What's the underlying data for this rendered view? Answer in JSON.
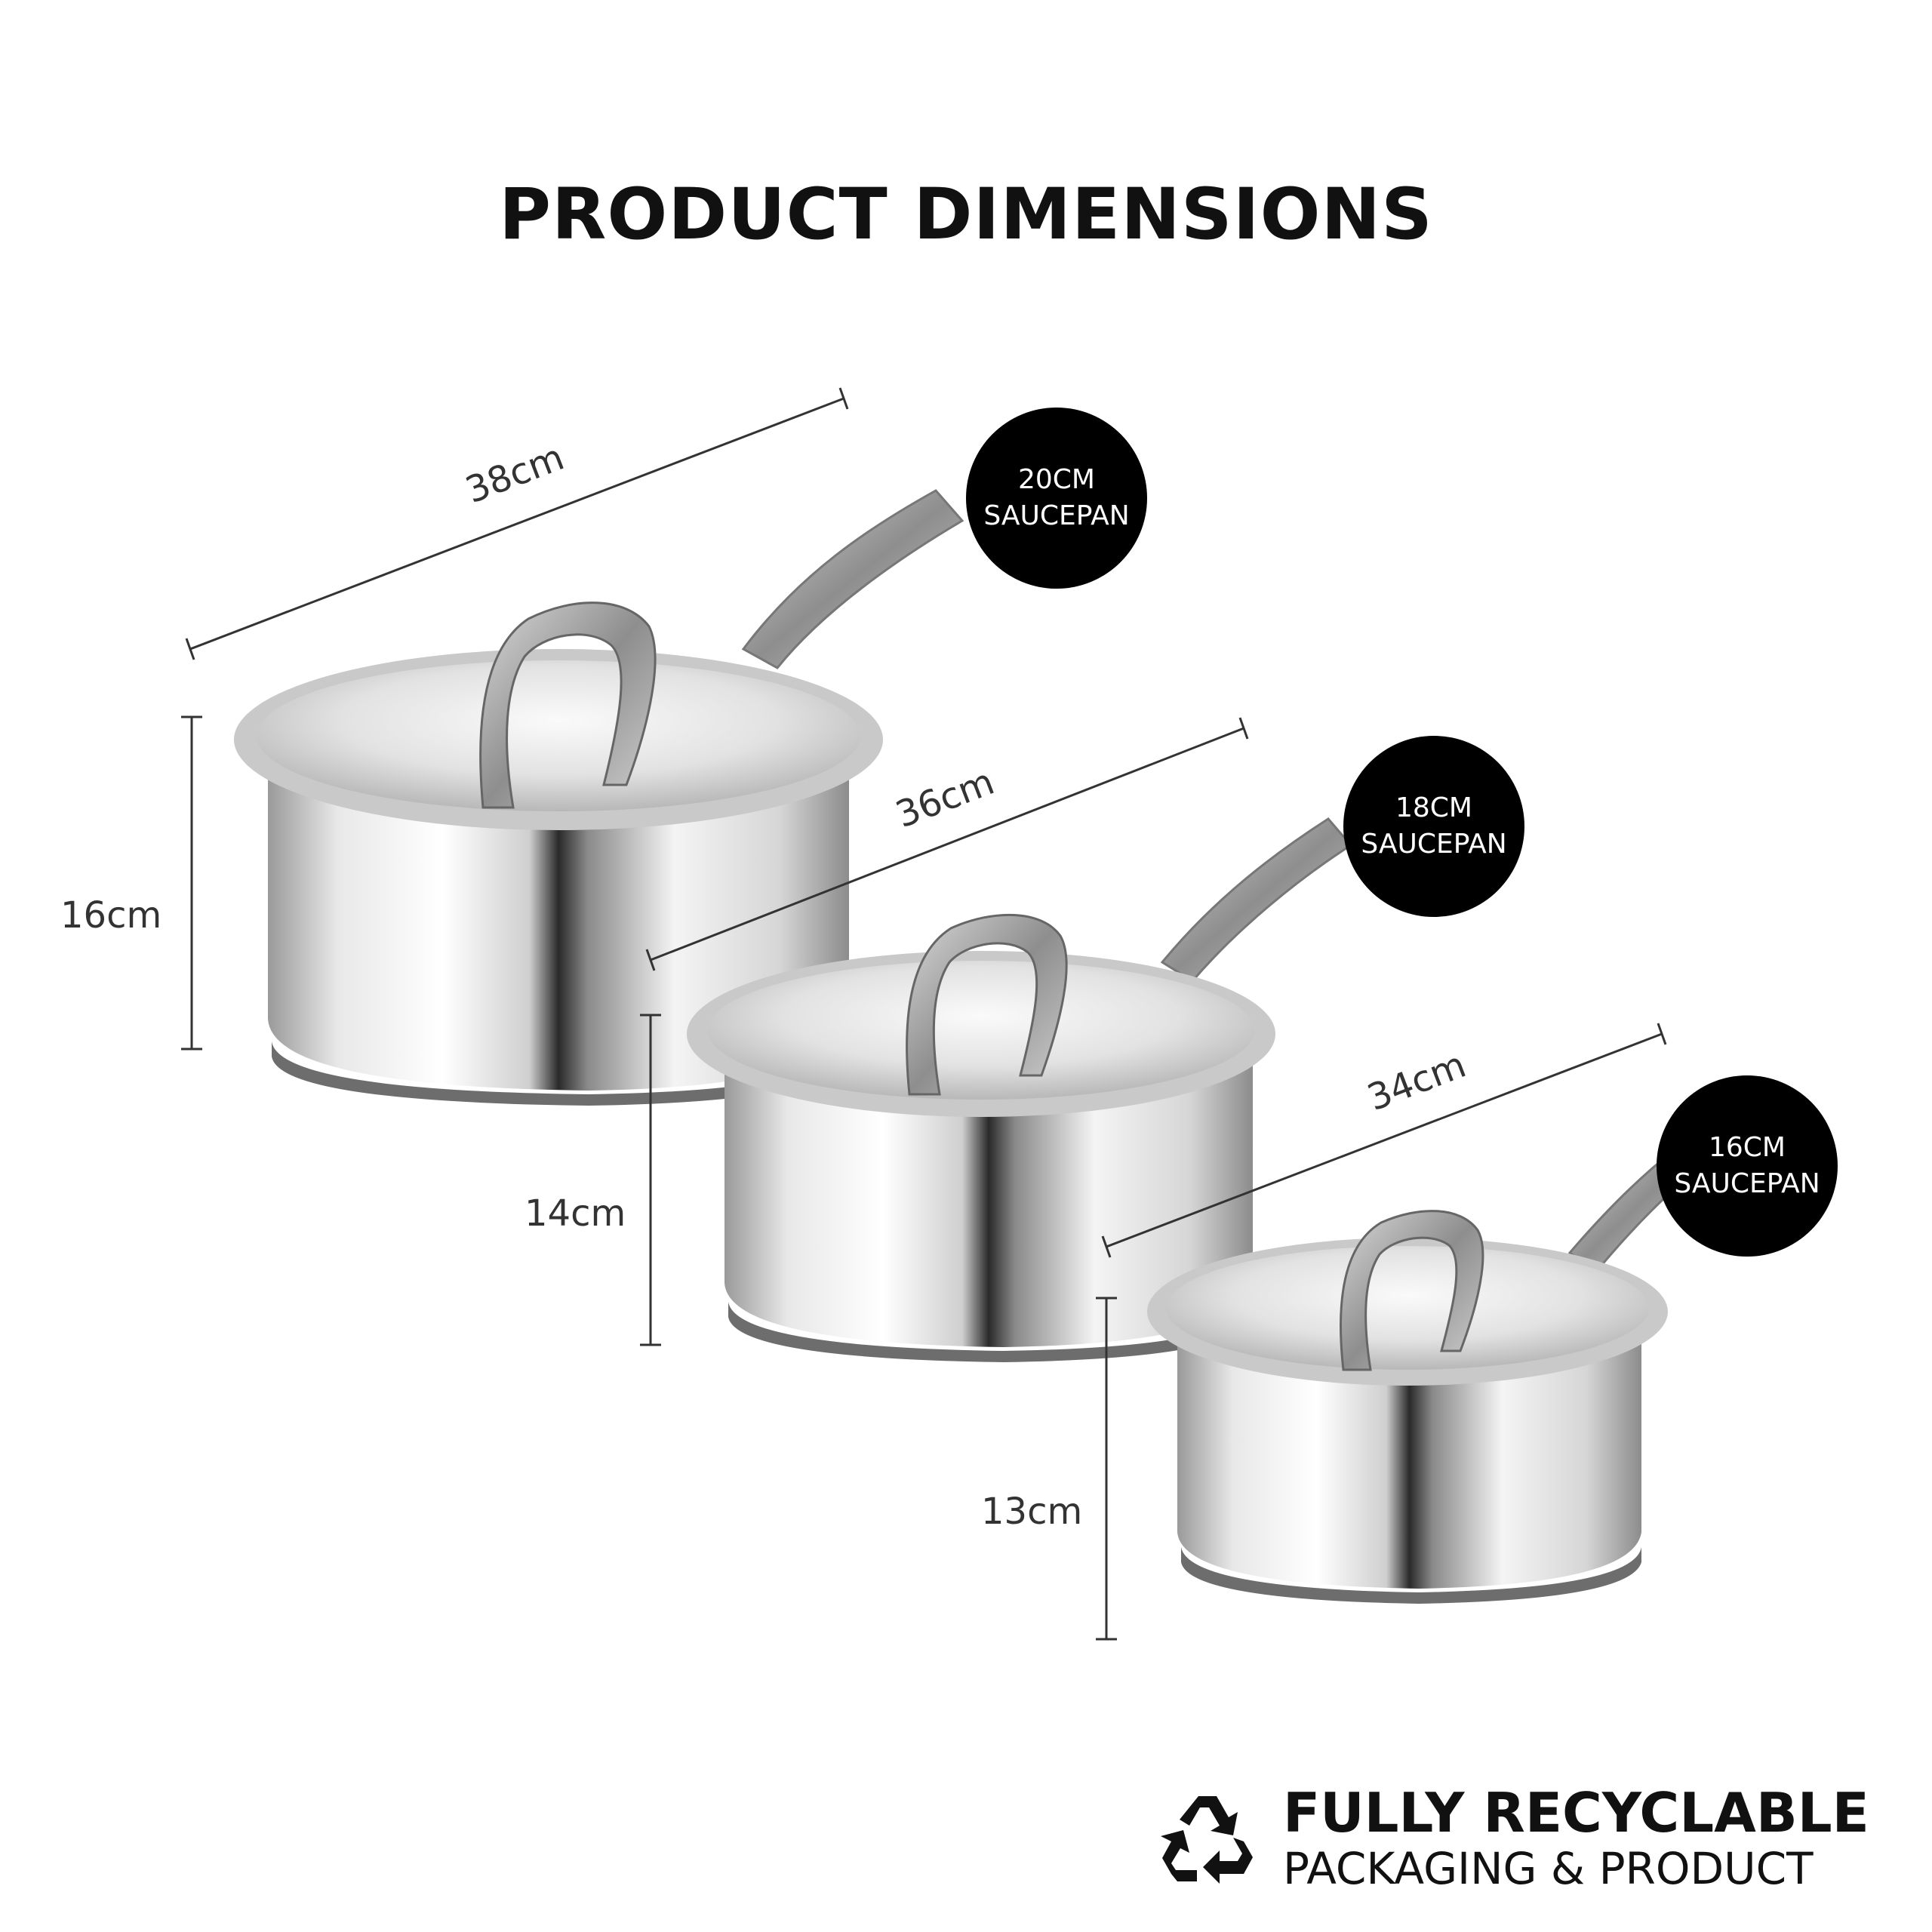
{
  "title": "PRODUCT DIMENSIONS",
  "saucepans": [
    {
      "name_line1": "20CM",
      "name_line2": "SAUCEPAN",
      "length": "38cm",
      "height": "16cm"
    },
    {
      "name_line1": "18CM",
      "name_line2": "SAUCEPAN",
      "length": "36cm",
      "height": "14cm"
    },
    {
      "name_line1": "16CM",
      "name_line2": "SAUCEPAN",
      "length": "34cm",
      "height": "13cm"
    }
  ],
  "footer": {
    "line1": "FULLY RECYCLABLE",
    "line2": "PACKAGING & PRODUCT",
    "icon": "recycle-icon"
  }
}
